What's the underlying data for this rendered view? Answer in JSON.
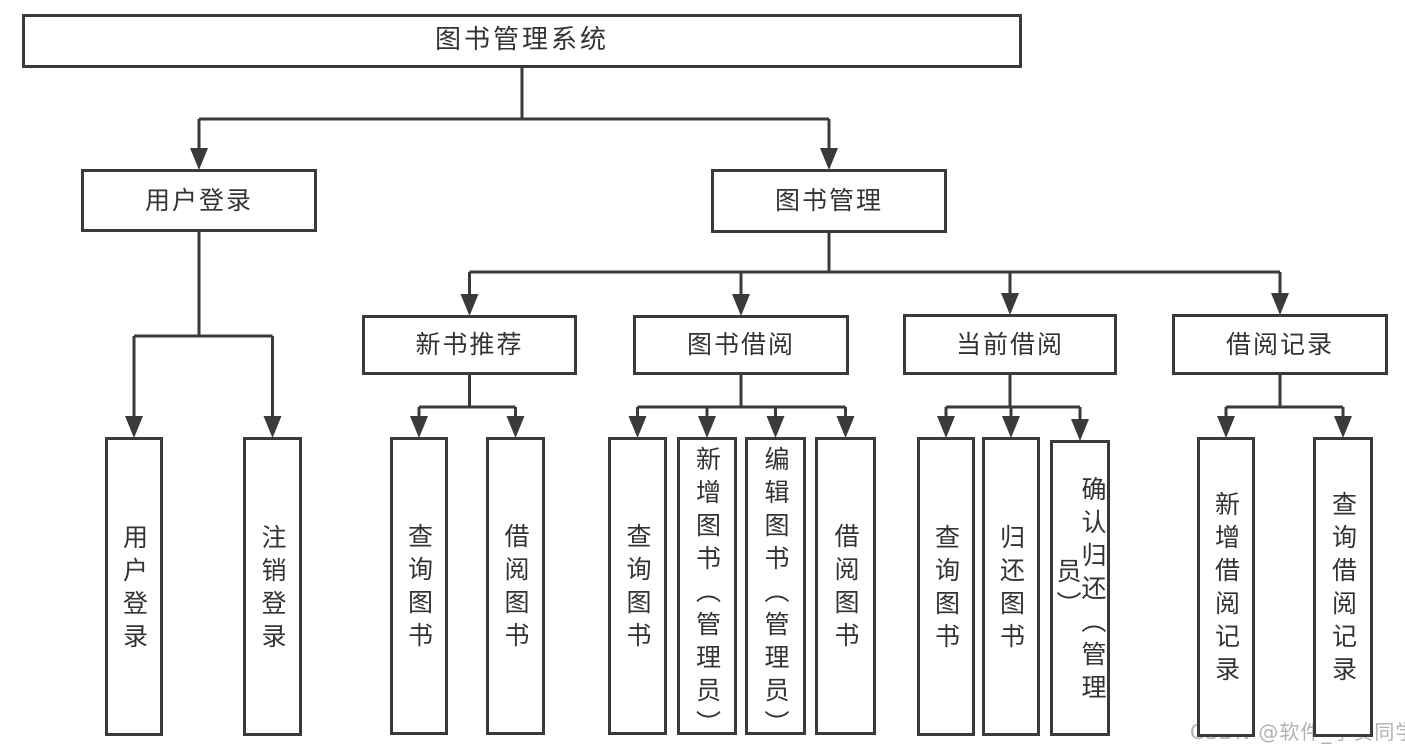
{
  "diagram": {
    "title": "图书管理系统",
    "watermark": "CSDN @软件_小贺同学",
    "colors": {
      "line": "#3a3a3a",
      "text": "#333333",
      "background": "#ffffff",
      "watermark": "#b2b2b6"
    },
    "nodes": [
      {
        "id": "root",
        "label": "图书管理系统",
        "orientation": "horizontal",
        "parent": null
      },
      {
        "id": "user-login",
        "label": "用户登录",
        "orientation": "horizontal",
        "parent": "root"
      },
      {
        "id": "book-management",
        "label": "图书管理",
        "orientation": "horizontal",
        "parent": "root"
      },
      {
        "id": "user-login-op",
        "label": "用户登录",
        "orientation": "vertical",
        "parent": "user-login"
      },
      {
        "id": "logout-op",
        "label": "注销登录",
        "orientation": "vertical",
        "parent": "user-login"
      },
      {
        "id": "new-book-recommend",
        "label": "新书推荐",
        "orientation": "horizontal",
        "parent": "book-management"
      },
      {
        "id": "book-borrow",
        "label": "图书借阅",
        "orientation": "horizontal",
        "parent": "book-management"
      },
      {
        "id": "current-borrow",
        "label": "当前借阅",
        "orientation": "horizontal",
        "parent": "book-management"
      },
      {
        "id": "borrow-records",
        "label": "借阅记录",
        "orientation": "horizontal",
        "parent": "book-management"
      },
      {
        "id": "query-book-recommend",
        "label": "查询图书",
        "orientation": "vertical",
        "parent": "new-book-recommend"
      },
      {
        "id": "borrow-book-recommend",
        "label": "借阅图书",
        "orientation": "vertical",
        "parent": "new-book-recommend"
      },
      {
        "id": "query-book-borrow",
        "label": "查询图书",
        "orientation": "vertical",
        "parent": "book-borrow"
      },
      {
        "id": "add-book-admin",
        "label": "新增图书（管理员）",
        "orientation": "vertical",
        "parent": "book-borrow"
      },
      {
        "id": "edit-book-admin",
        "label": "编辑图书（管理员）",
        "orientation": "vertical",
        "parent": "book-borrow"
      },
      {
        "id": "borrow-book-op",
        "label": "借阅图书",
        "orientation": "vertical",
        "parent": "book-borrow"
      },
      {
        "id": "query-book-current",
        "label": "查询图书",
        "orientation": "vertical",
        "parent": "current-borrow"
      },
      {
        "id": "return-book",
        "label": "归还图书",
        "orientation": "vertical",
        "parent": "current-borrow"
      },
      {
        "id": "confirm-return-admin",
        "label": "确认归还（管理员）",
        "orientation": "vertical",
        "parent": "current-borrow"
      },
      {
        "id": "add-borrow-record",
        "label": "新增借阅记录",
        "orientation": "vertical",
        "parent": "borrow-records"
      },
      {
        "id": "query-borrow-record",
        "label": "查询借阅记录",
        "orientation": "vertical",
        "parent": "borrow-records"
      }
    ]
  }
}
